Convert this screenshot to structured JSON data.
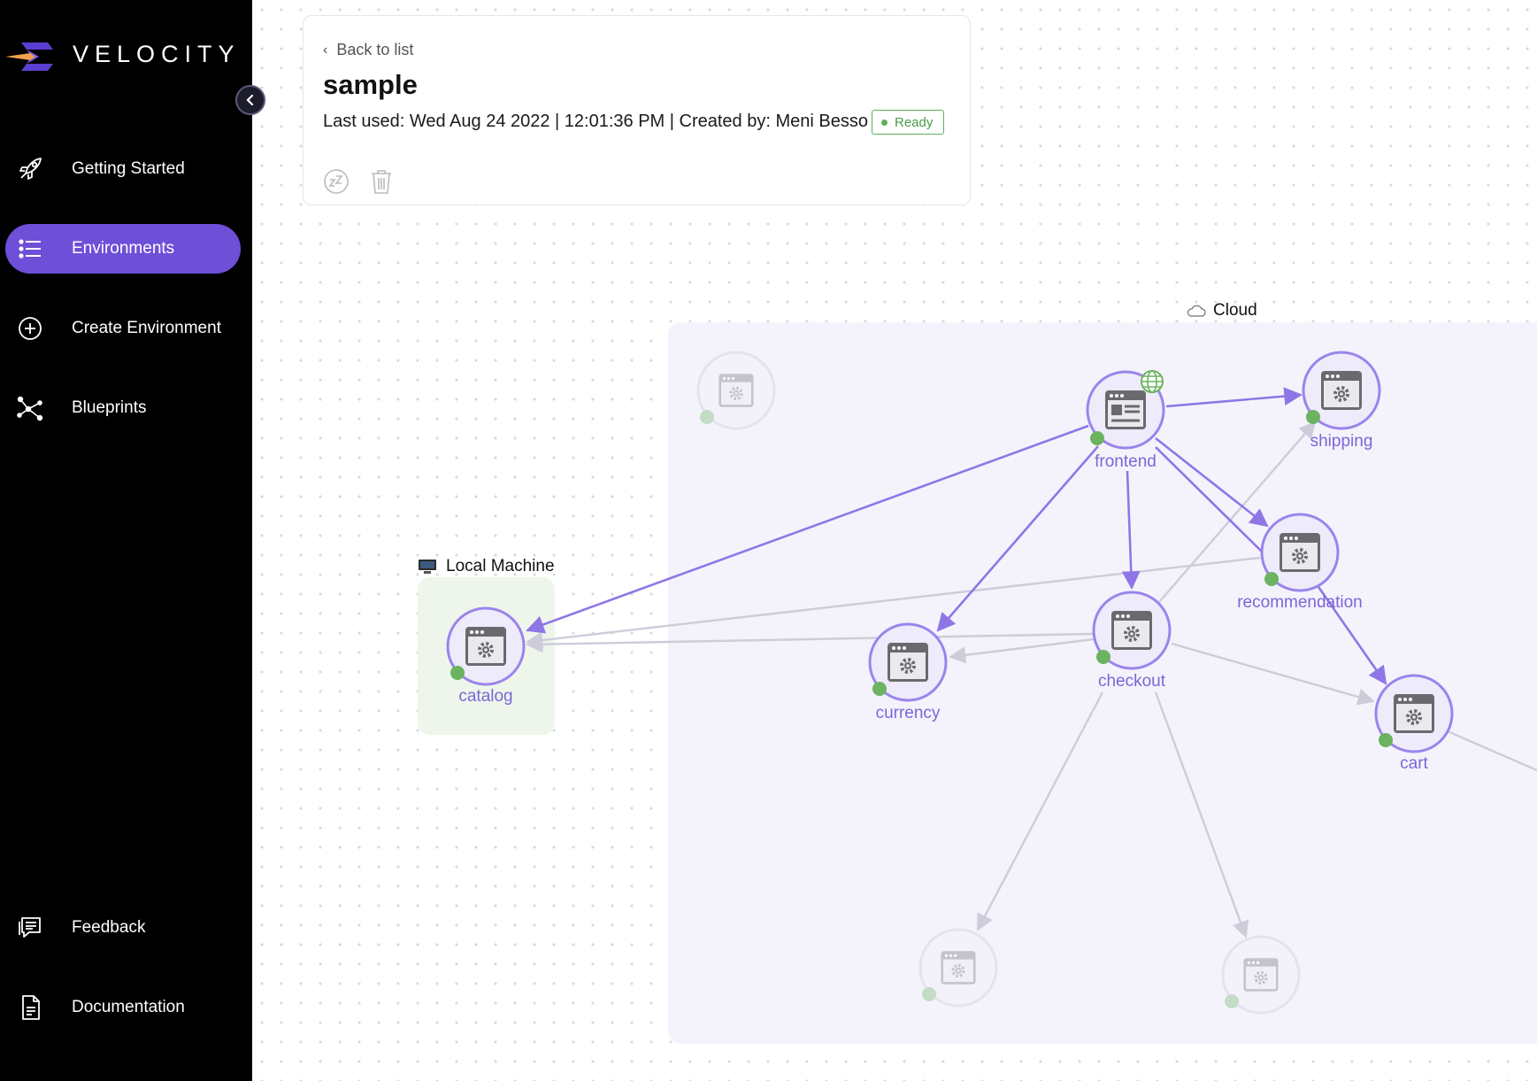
{
  "sidebar": {
    "brand": "VELOCITY",
    "items": [
      {
        "label": "Getting Started",
        "icon": "rocket-icon"
      },
      {
        "label": "Environments",
        "icon": "list-icon",
        "active": true
      },
      {
        "label": "Create Environment",
        "icon": "plus-circle-icon"
      },
      {
        "label": "Blueprints",
        "icon": "graph-icon"
      },
      {
        "label": "Feedback",
        "icon": "chat-icon"
      },
      {
        "label": "Documentation",
        "icon": "document-icon"
      }
    ]
  },
  "environment": {
    "back_label": "Back to list",
    "title": "sample",
    "meta": "Last used: Wed Aug 24 2022 | 12:01:36 PM | Created by: Meni Besso",
    "status": "Ready"
  },
  "groups": {
    "cloud_label": "Cloud",
    "local_label": "Local Machine"
  },
  "services": {
    "frontend": "frontend",
    "shipping": "shipping",
    "recommendation": "recommendation",
    "checkout": "checkout",
    "currency": "currency",
    "cart": "cart",
    "catalog": "catalog"
  },
  "colors": {
    "accent": "#6d4fd8",
    "node_border": "#9b84ec",
    "status_green": "#6bb35f",
    "edge_active": "#8f76e6",
    "edge_inactive": "#cfcbd8"
  }
}
